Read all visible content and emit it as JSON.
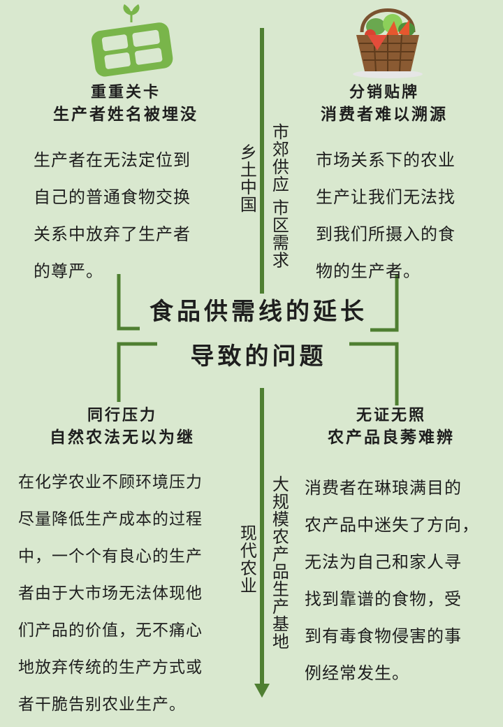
{
  "center_title": {
    "line1": "食品供需线的延长",
    "line2": "导致的问题"
  },
  "axis": {
    "top_left_label": "乡土中国",
    "top_right_label": "市郊供应 市区需求",
    "bottom_left_label": "现代农业",
    "bottom_right_label": "大规模农产品生产基地"
  },
  "quadrants": {
    "top_left": {
      "title1": "重重关卡",
      "title2": "生产者姓名被埋没",
      "body": "生产者在无法定位到\n自己的普通食物交换\n关系中放弃了生产者\n的尊严。"
    },
    "top_right": {
      "title1": "分销贴牌",
      "title2": "消费者难以溯源",
      "body": "市场关系下的农业\n生产让我们无法找\n到我们所摄入的食\n物的生产者。"
    },
    "bottom_left": {
      "title1": "同行压力",
      "title2": "自然农法无以为继",
      "body": "在化学农业不顾环境压力\n尽量降低生产成本的过程\n中，一个个有良心的生产\n者由于大市场无法体现他\n们产品的价值，无不痛心\n地放弃传统的生产方式或\n者干脆告别农业生产。"
    },
    "bottom_right": {
      "title1": "无证无照",
      "title2": "农产品良莠难辨",
      "body": "消费者在琳琅满目的\n农产品中迷失了方向，\n无法为自己和家人寻\n找到靠谱的食物，受\n到有毒食物侵害的事\n例经常发生。"
    }
  },
  "icons": {
    "top_left": "farm-field-icon",
    "top_right": "vegetable-basket-icon"
  },
  "colors": {
    "background": "#d9e8cf",
    "line": "#4f7f32",
    "icon_green": "#79b54a",
    "basket": "#7a5230"
  }
}
